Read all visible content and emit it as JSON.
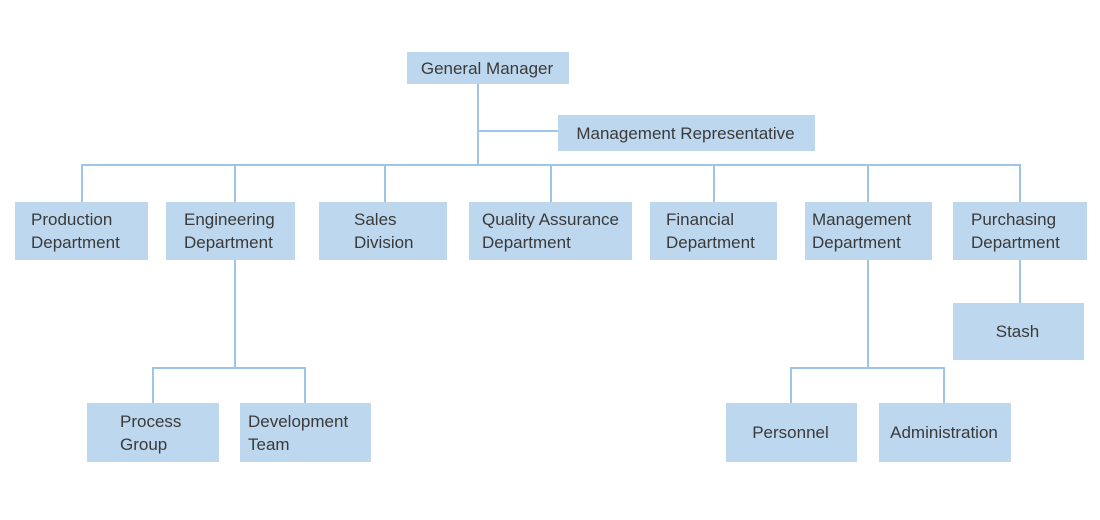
{
  "colors": {
    "node_fill": "#bdd7ee",
    "connector": "#9fc5e6",
    "text": "#3a3a3a",
    "background": "#ffffff"
  },
  "org_chart": {
    "type": "organizational-chart",
    "nodes": {
      "general_manager": {
        "label": "General Manager"
      },
      "management_representative": {
        "label": "Management Representative"
      },
      "production_department": {
        "label": "Production Department"
      },
      "engineering_department": {
        "label": "Engineering Department"
      },
      "sales_division": {
        "label": "Sales Division"
      },
      "quality_assurance_department": {
        "label": "Quality Assurance Department"
      },
      "financial_department": {
        "label": "Financial Department"
      },
      "management_department": {
        "label": "Management Department"
      },
      "purchasing_department": {
        "label": "Purchasing Department"
      },
      "process_group": {
        "label": "Process Group"
      },
      "development_team": {
        "label": "Development Team"
      },
      "personnel": {
        "label": "Personnel"
      },
      "administration": {
        "label": "Administration"
      },
      "stash": {
        "label": "Stash"
      }
    },
    "edges": [
      {
        "from": "general_manager",
        "to": "management_representative",
        "type": "staff-branch"
      },
      {
        "from": "general_manager",
        "to": "production_department"
      },
      {
        "from": "general_manager",
        "to": "engineering_department"
      },
      {
        "from": "general_manager",
        "to": "sales_division"
      },
      {
        "from": "general_manager",
        "to": "quality_assurance_department"
      },
      {
        "from": "general_manager",
        "to": "financial_department"
      },
      {
        "from": "general_manager",
        "to": "management_department"
      },
      {
        "from": "general_manager",
        "to": "purchasing_department"
      },
      {
        "from": "engineering_department",
        "to": "process_group"
      },
      {
        "from": "engineering_department",
        "to": "development_team"
      },
      {
        "from": "management_department",
        "to": "personnel"
      },
      {
        "from": "management_department",
        "to": "administration"
      },
      {
        "from": "purchasing_department",
        "to": "stash"
      }
    ]
  }
}
